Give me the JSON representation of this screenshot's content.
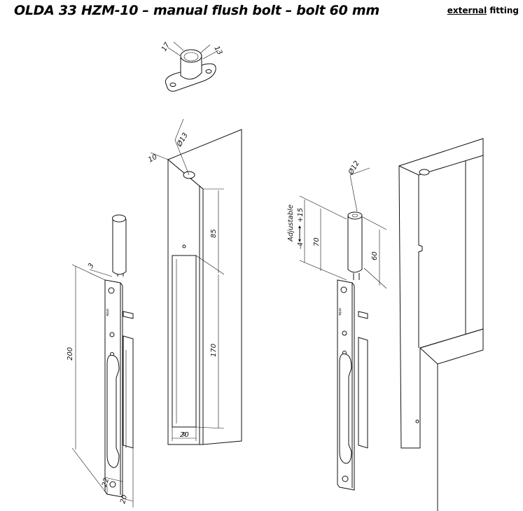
{
  "title": "OLDA 33 HZM-10 – manual flush bolt – bolt 60 mm",
  "fitting": {
    "emphasis": "external",
    "rest": " fitting"
  },
  "dimensions": {
    "bush_width": "17",
    "bush_height": "13",
    "frame_hole_diameter": "Ø13",
    "frame_offset": "10",
    "frame_top_to_slot": "85",
    "frame_slot_length": "170",
    "frame_slot_width": "20",
    "plate_thickness": "3",
    "plate_length": "200",
    "plate_width": "22",
    "bolt_depth": "20",
    "bolt_diameter": "Ø12",
    "adjustable_label": "Adjustable",
    "adjust_minus": "-4",
    "adjust_plus": "+15",
    "bolt_extension": "70",
    "bolt_travel": "60"
  }
}
